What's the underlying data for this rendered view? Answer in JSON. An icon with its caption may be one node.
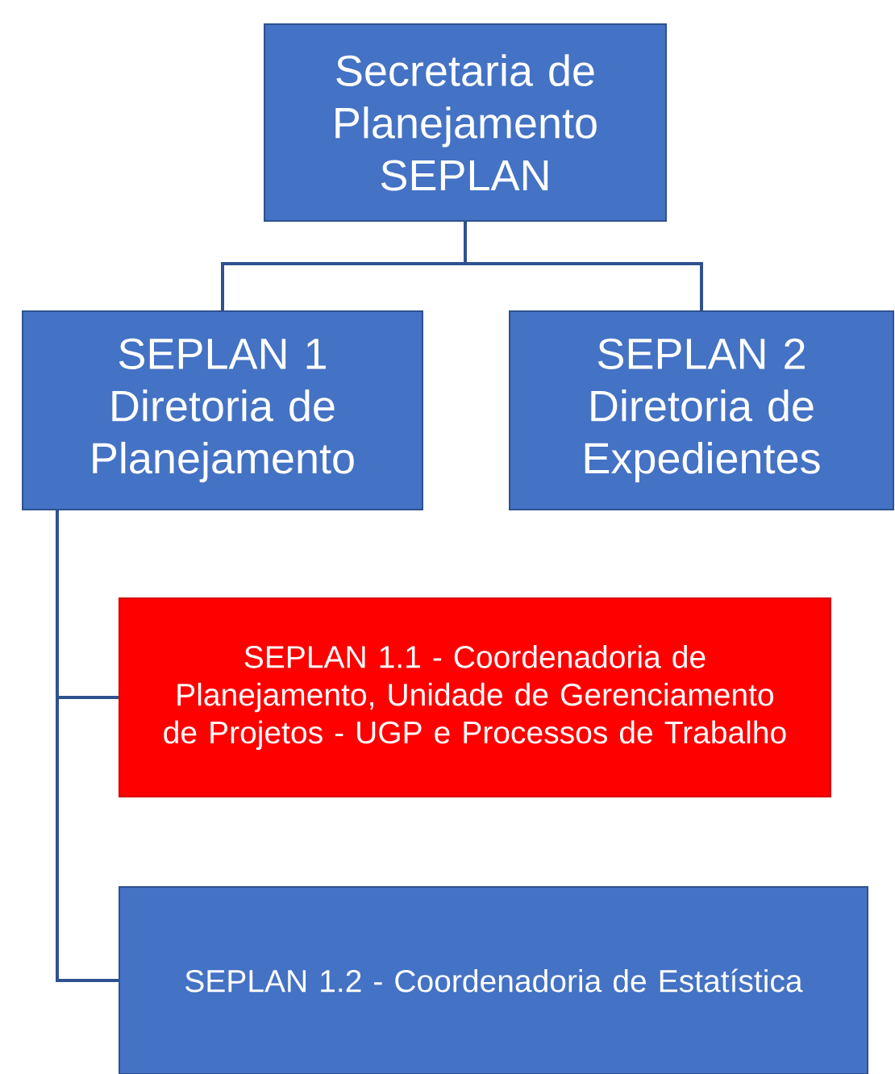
{
  "diagram": {
    "nodes": [
      {
        "text": [
          "Secretaria de Planejamento SEPLAN"
        ]
      },
      {
        "text": [
          "SEPLAN 1 Diretoria de Planejamento"
        ]
      },
      {
        "text": [
          "SEPLAN 2 Diretoria de Expedientes"
        ]
      },
      {
        "text": [
          "SEPLAN 1.1 - Coordenadoria de Planejamento, Unidade de Gerenciamento de Projetos - UGP e Processos de Trabalho"
        ]
      },
      {
        "text": [
          "SEPLAN 1.2 - Coordenadoria de Estatística"
        ]
      }
    ],
    "edges": [
      {
        "from": 0,
        "to": 1,
        "arrow": "none"
      },
      {
        "from": 0,
        "to": 2,
        "arrow": "none"
      },
      {
        "from": 1,
        "to": 3,
        "arrow": "none"
      },
      {
        "from": 1,
        "to": 4,
        "arrow": "none"
      }
    ]
  }
}
